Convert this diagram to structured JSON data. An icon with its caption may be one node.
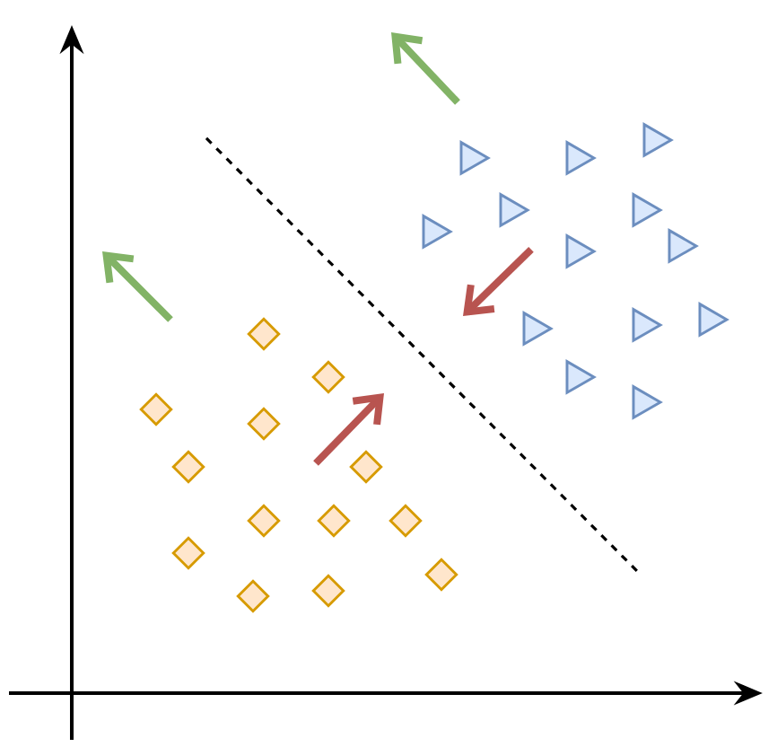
{
  "diagram": {
    "nodes": [
      {
        "text": [],
        "shape": "diamond"
      },
      {
        "text": [],
        "shape": "diamond"
      },
      {
        "text": [],
        "shape": "diamond"
      },
      {
        "text": [],
        "shape": "diamond"
      },
      {
        "text": [],
        "shape": "diamond"
      },
      {
        "text": [],
        "shape": "diamond"
      },
      {
        "text": [],
        "shape": "diamond"
      },
      {
        "text": [],
        "shape": "diamond"
      },
      {
        "text": [],
        "shape": "diamond"
      },
      {
        "text": [],
        "shape": "diamond"
      },
      {
        "text": [],
        "shape": "diamond"
      },
      {
        "text": [],
        "shape": "diamond"
      },
      {
        "text": [],
        "shape": "diamond"
      },
      {
        "text": [],
        "shape": "triangle"
      },
      {
        "text": [],
        "shape": "triangle"
      },
      {
        "text": [],
        "shape": "triangle"
      },
      {
        "text": [],
        "shape": "triangle"
      },
      {
        "text": [],
        "shape": "triangle"
      },
      {
        "text": [],
        "shape": "triangle"
      },
      {
        "text": [],
        "shape": "triangle"
      },
      {
        "text": [],
        "shape": "triangle"
      },
      {
        "text": [],
        "shape": "triangle"
      },
      {
        "text": [],
        "shape": "triangle"
      },
      {
        "text": [],
        "shape": "triangle"
      },
      {
        "text": [],
        "shape": "triangle"
      },
      {
        "text": [],
        "shape": "triangle"
      }
    ]
  }
}
